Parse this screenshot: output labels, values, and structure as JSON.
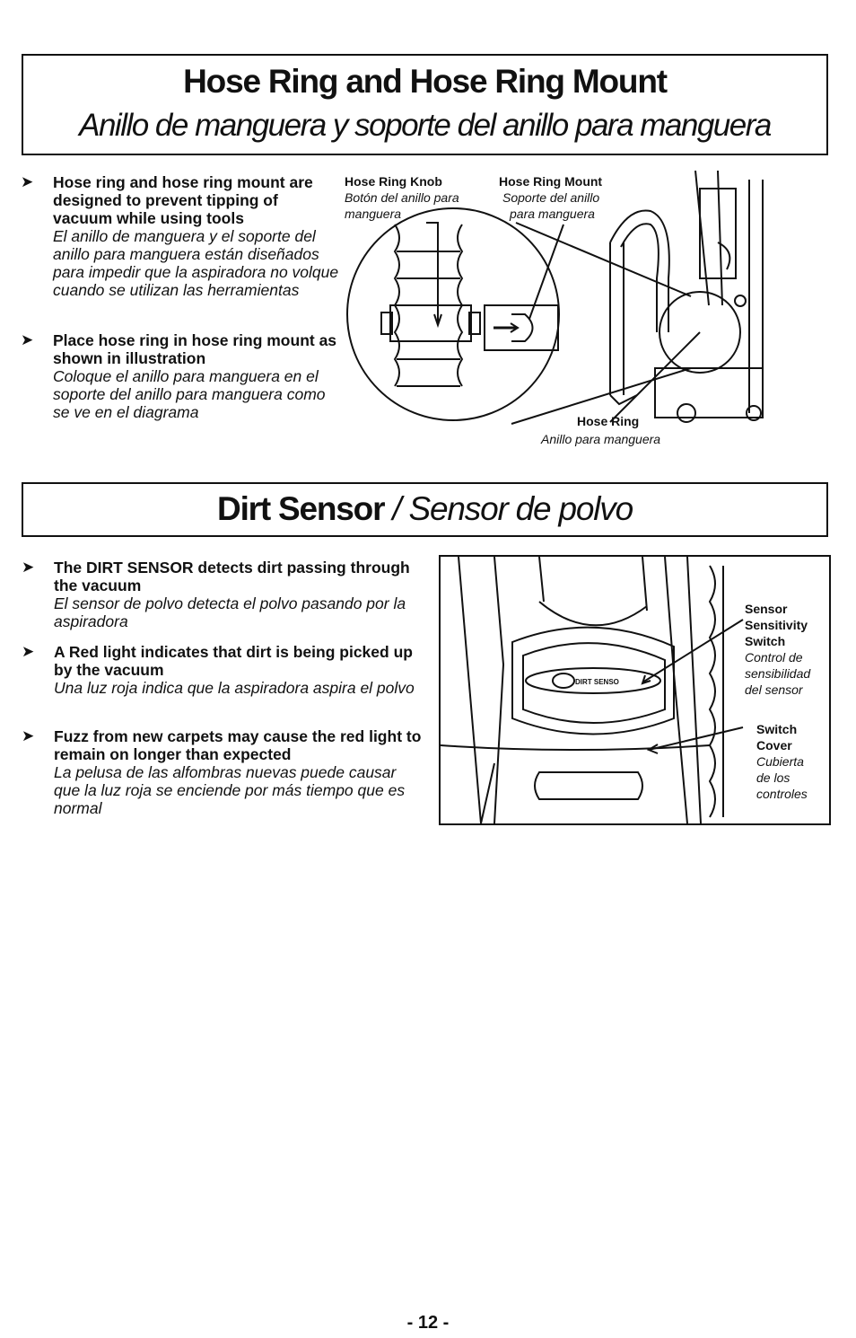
{
  "section1": {
    "title_en": "Hose Ring and Hose Ring Mount",
    "title_es": "Anillo de manguera y soporte del anillo para manguera",
    "bullets": [
      {
        "en": "Hose ring and hose ring mount are designed to prevent tipping of vacuum while using tools",
        "es": "El anillo de manguera y el soporte del anillo para manguera están diseñados para impedir que la aspiradora no volque cuando se utilizan las herramientas"
      },
      {
        "en": "Place hose ring in hose ring mount as shown in illustration",
        "es": "Coloque el anillo para manguera en el soporte del anillo para manguera como se ve en el diagrama"
      }
    ],
    "labels": {
      "knob_en": "Hose Ring Knob",
      "knob_es_1": "Botón del anillo para",
      "knob_es_2": "manguera",
      "mount_en": "Hose Ring Mount",
      "mount_es_1": "Soporte del anillo",
      "mount_es_2": "para manguera",
      "ring_en": "Hose Ring",
      "ring_es": "Anillo para manguera"
    }
  },
  "section2": {
    "title_en": "Dirt Sensor",
    "title_sep": " / ",
    "title_es": "Sensor de polvo",
    "bullets": [
      {
        "en": "The DIRT SENSOR detects dirt passing through the vacuum",
        "es": "El sensor de polvo detecta el polvo pasando por la aspiradora"
      },
      {
        "en": "A Red light indicates that dirt is being picked up by the vacuum",
        "es": "Una luz roja indica que la aspiradora aspira el polvo"
      },
      {
        "en": "Fuzz from new carpets may cause the red light to remain on longer than expected",
        "es": "La pelusa de las alfombras nuevas puede causar que la luz roja se enciende por más tiempo que es normal"
      }
    ],
    "labels": {
      "sensor_en_1": "Sensor",
      "sensor_en_2": "Sensitivity",
      "sensor_en_3": "Switch",
      "sensor_es_1": "Control de",
      "sensor_es_2": "sensibilidad",
      "sensor_es_3": "del sensor",
      "cover_en_1": "Switch",
      "cover_en_2": "Cover",
      "cover_es_1": "Cubierta",
      "cover_es_2": "de los",
      "cover_es_3": "controles",
      "panel_text": "DIRT SENSO"
    }
  },
  "bullet_icon": "arrow-right-icon",
  "page_number": "- 12 -"
}
